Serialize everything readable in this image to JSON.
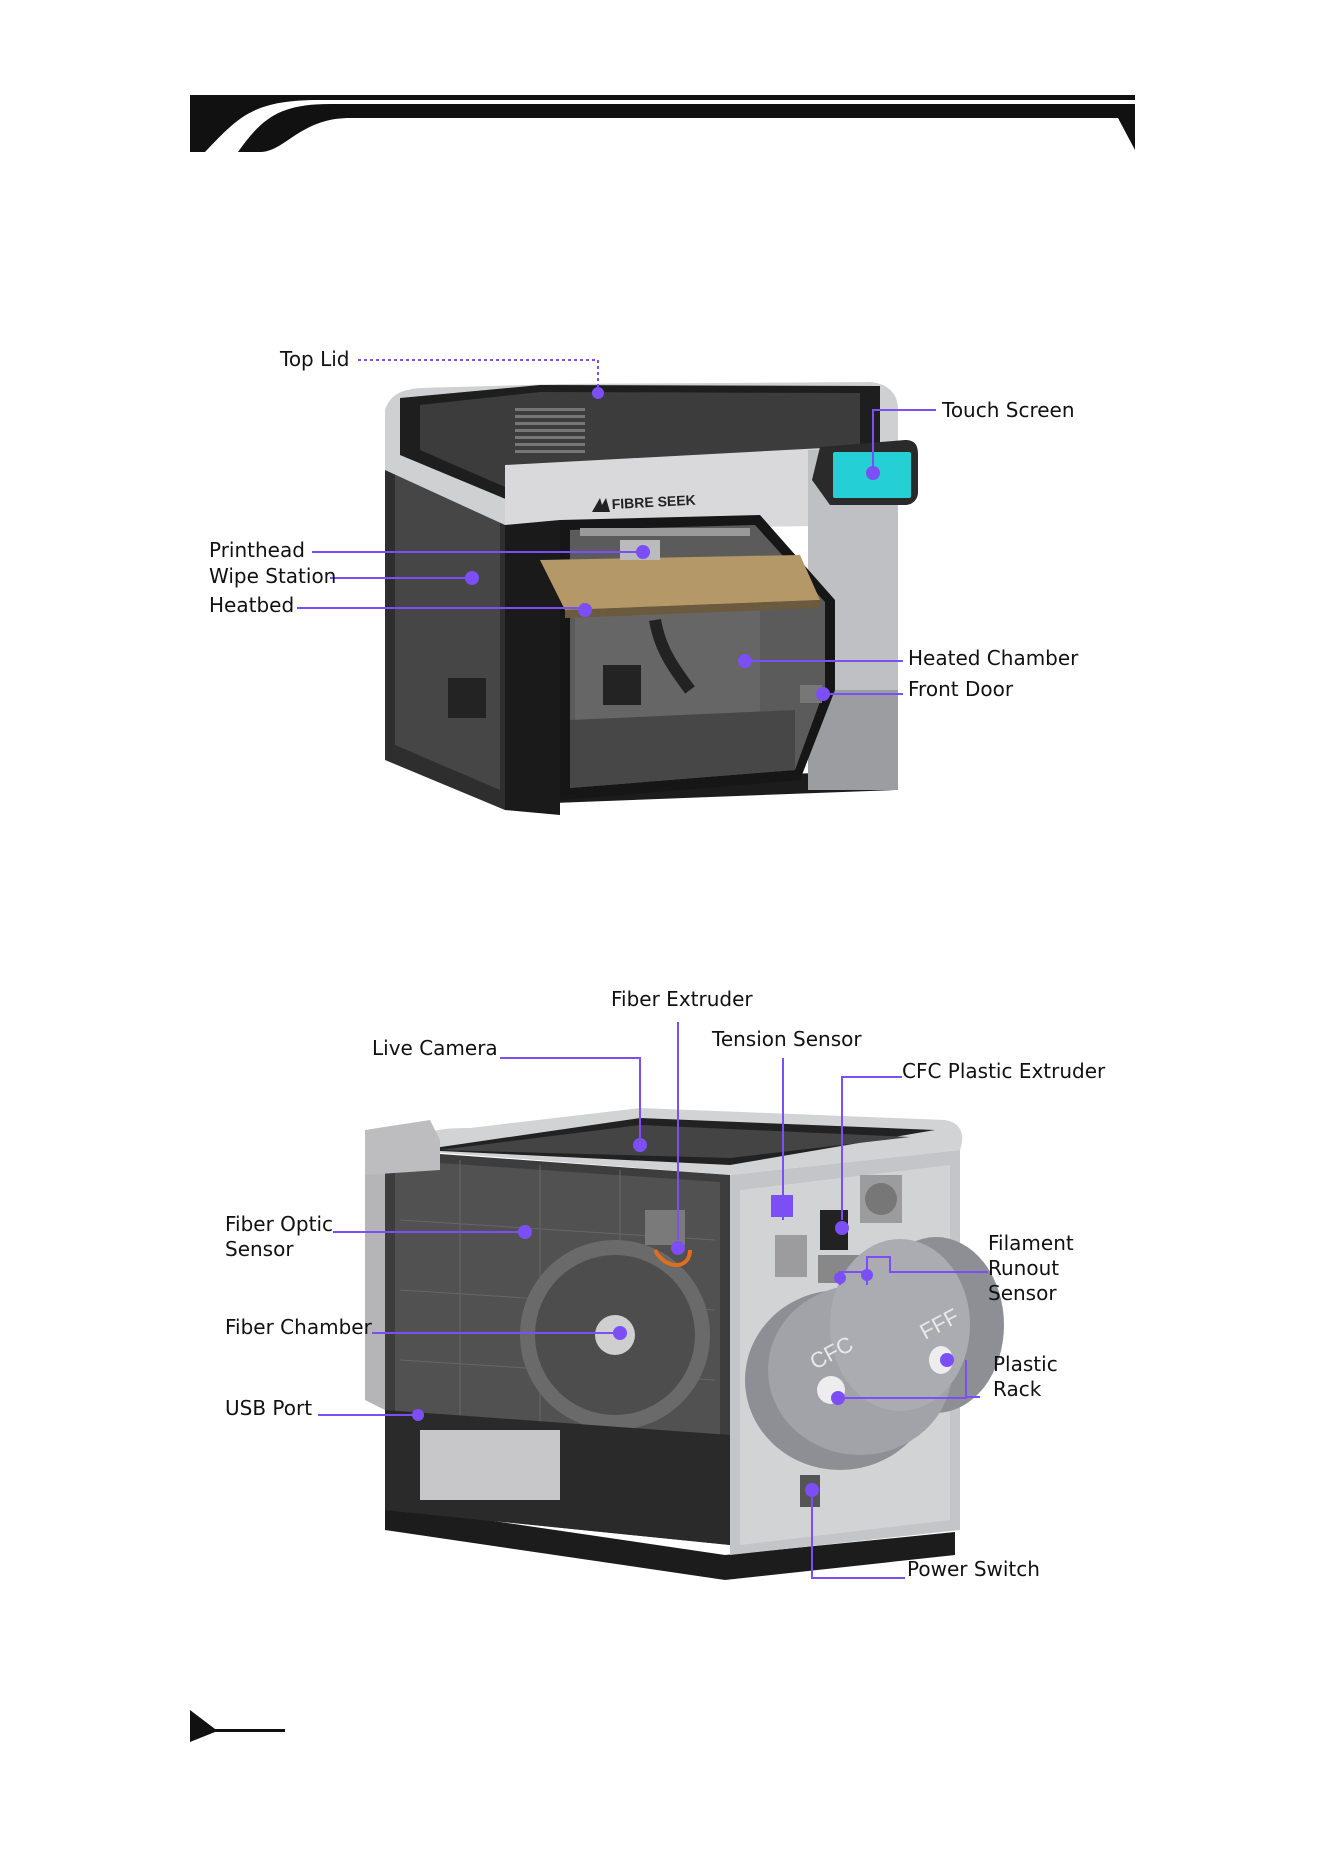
{
  "colors": {
    "accent": "#7b4ff5",
    "screen": "#25cfd6",
    "frame": "#c9cacc",
    "dark": "#1a1a1a",
    "bed": "#b59868"
  },
  "brand": {
    "logo_text": "FIBRE SEEK"
  },
  "diagram_front": {
    "labels": {
      "top_lid": "Top Lid",
      "touch_screen": "Touch Screen",
      "printhead": "Printhead",
      "wipe_station": "Wipe Station",
      "heatbed": "Heatbed",
      "heated_chamber": "Heated Chamber",
      "front_door": "Front Door"
    }
  },
  "diagram_rear": {
    "labels": {
      "fiber_extruder": "Fiber Extruder",
      "tension_sensor": "Tension Sensor",
      "live_camera": "Live Camera",
      "cfc_plastic_extruder": "CFC Plastic Extruder",
      "fiber_optic_sensor": "Fiber Optic\nSensor",
      "filament_runout_sensor": "Filament\nRunout\nSensor",
      "fiber_chamber": "Fiber Chamber",
      "plastic_rack": "Plastic\nRack",
      "usb_port": "USB Port",
      "power_switch": "Power Switch"
    },
    "spool_labels": {
      "cfc": "CFC",
      "fff": "FFF"
    }
  }
}
